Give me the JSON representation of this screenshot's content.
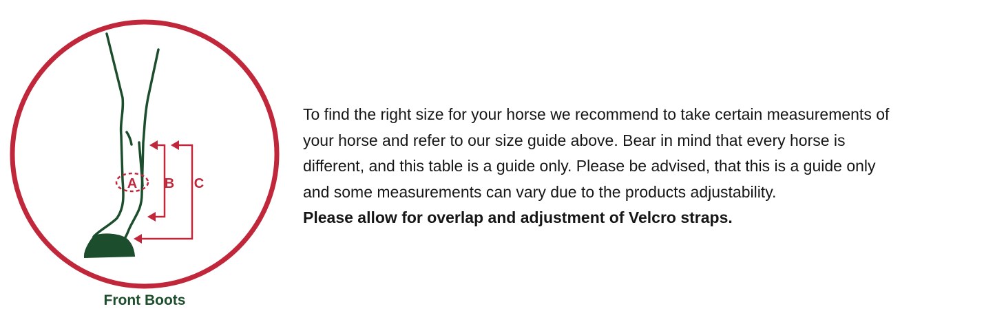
{
  "figure": {
    "caption": "Front Boots",
    "labels": {
      "a": "A",
      "b": "B",
      "c": "C"
    },
    "colors": {
      "ring": "#c1273b",
      "leg": "#1c4d2c",
      "measure": "#c1273b"
    },
    "icon": "horse-front-leg-icon"
  },
  "guidance": {
    "lines": [
      "To find the right size for your horse we recommend to take certain measurements of",
      "your horse and refer to our size guide above. Bear in mind that every horse is",
      "different, and this table is a guide only. Please be advised, that this is a guide only",
      "and some measurements can vary due to the products adjustability."
    ],
    "note": "Please allow for overlap and adjustment of Velcro straps."
  }
}
